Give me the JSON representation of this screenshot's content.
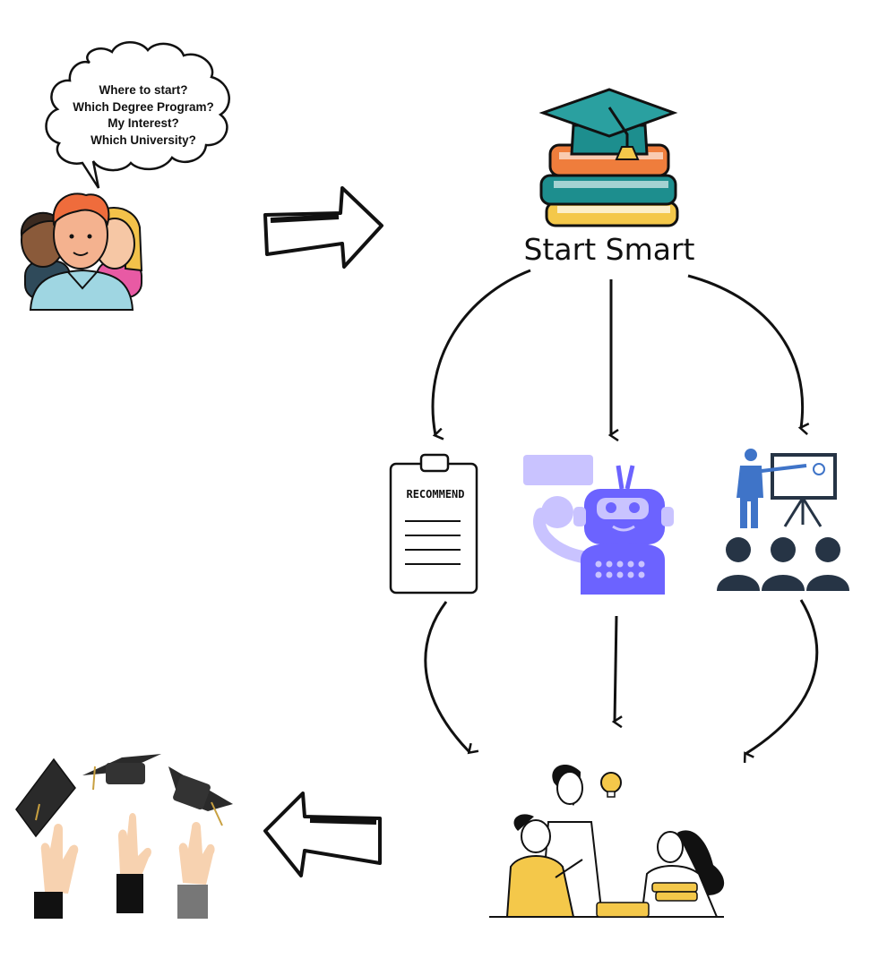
{
  "bubble": {
    "lines": [
      "Where to start?",
      "Which Degree Program?",
      "My Interest?",
      "Which University?"
    ]
  },
  "brand": {
    "title": "Start Smart"
  },
  "recommend": {
    "label": "RECOMMEND"
  },
  "icons": [
    "students-group-icon",
    "graduation-books-icon",
    "recommend-clipboard-icon",
    "chatbot-robot-icon",
    "presentation-mentor-icon",
    "collaborating-students-icon",
    "graduation-caps-icon"
  ],
  "colors": {
    "teal": "#1d8e8e",
    "orange": "#ef7d3c",
    "yellow": "#f4c84a",
    "purple": "#6c63ff",
    "lavender": "#c9c3ff",
    "blue": "#3f74c8",
    "navy": "#263445"
  }
}
